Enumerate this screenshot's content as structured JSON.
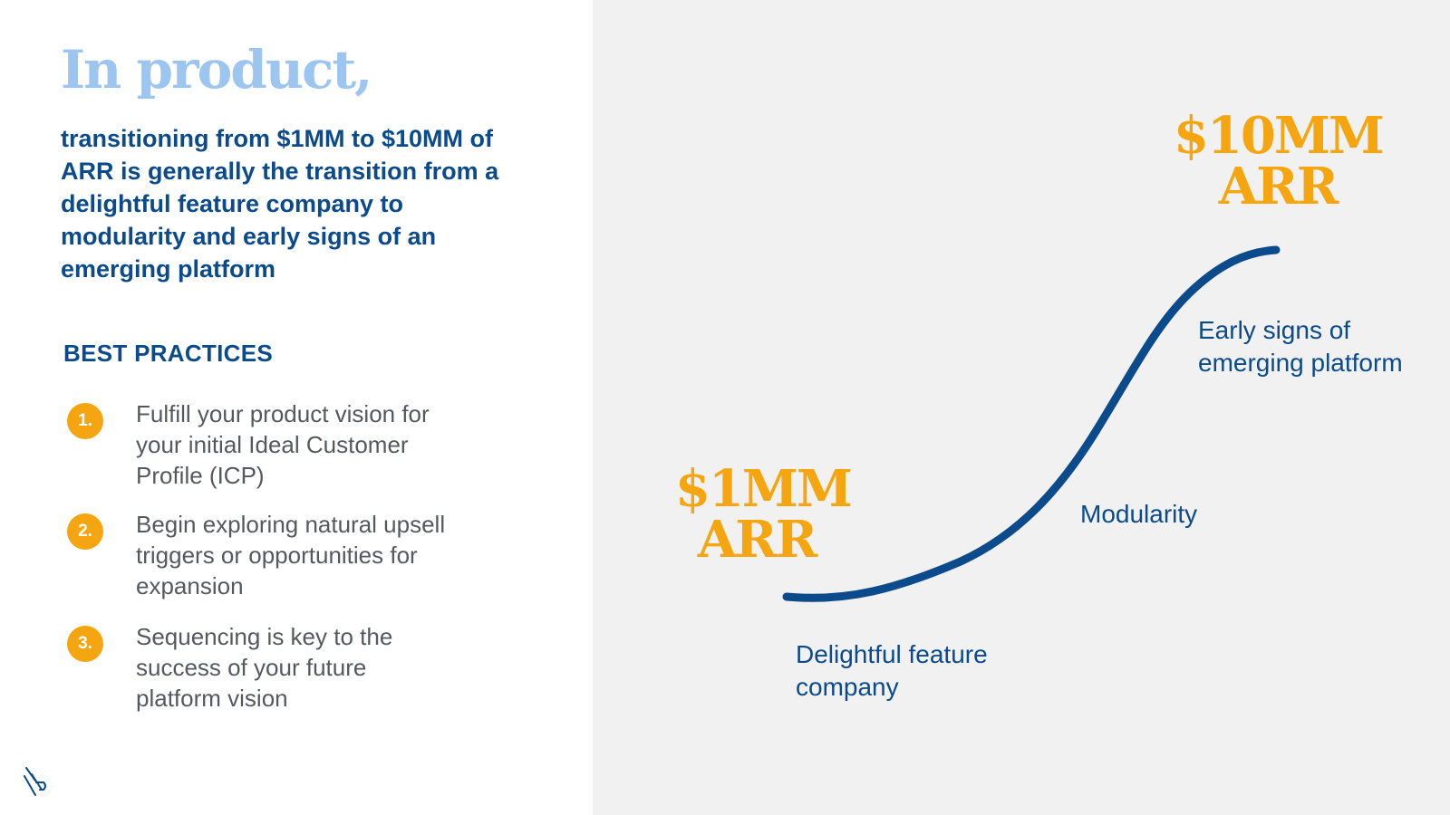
{
  "slide": {
    "headline": "In product,",
    "subheadline": "transitioning from $1MM to $10MM of ARR is generally the transition from a delightful feature company to modularity and early signs of an emerging platform",
    "best_practices": {
      "heading": "BEST PRACTICES",
      "items": [
        {
          "number": "1.",
          "text": "Fulfill your product vision for your initial Ideal Customer Profile (ICP)"
        },
        {
          "number": "2.",
          "text": "Begin exploring natural upsell triggers or opportunities for expansion"
        },
        {
          "number": "3.",
          "text": "Sequencing is key to the success of your future platform vision"
        }
      ]
    },
    "logo_icon": "brand-slash-logo-icon"
  },
  "diagram": {
    "start": {
      "line1": "$1MM",
      "line2": "ARR"
    },
    "end": {
      "line1": "$10MM",
      "line2": "ARR"
    },
    "stages": [
      {
        "label": "Delightful feature company"
      },
      {
        "label": "Modularity"
      },
      {
        "label": "Early signs of emerging platform"
      }
    ]
  },
  "colors": {
    "headline": "#9cc5ef",
    "navy": "#0b4a8b",
    "accent_orange": "#f5a50f",
    "body_gray": "#55595e",
    "panel_gray": "#f1f1f1"
  }
}
